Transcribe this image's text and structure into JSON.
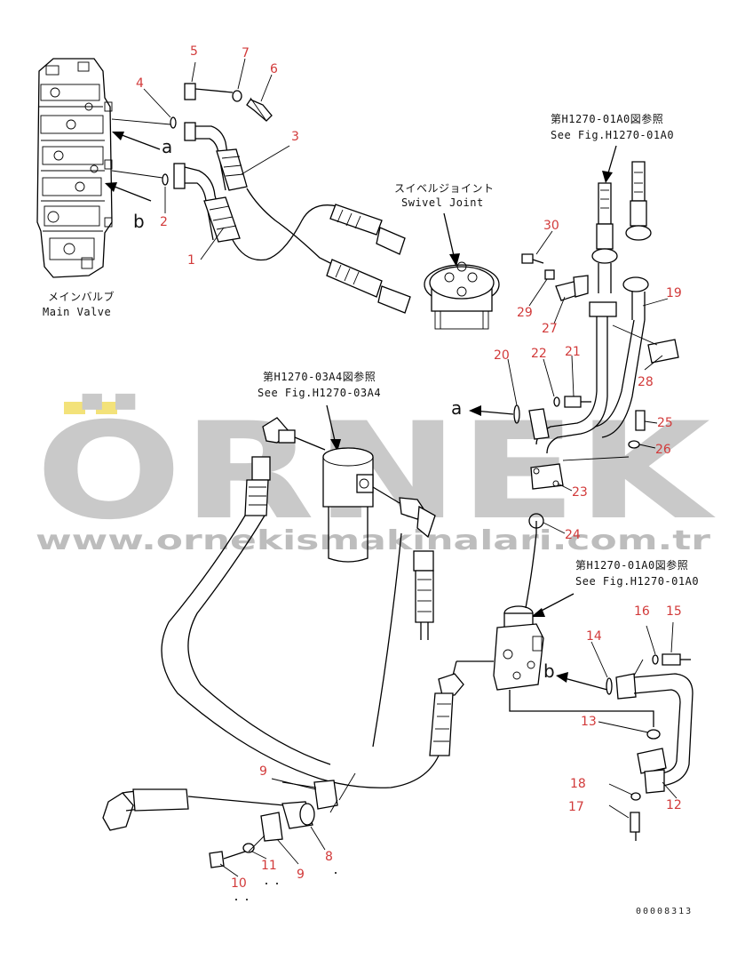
{
  "labels": {
    "main_valve_jp": "メインバルブ",
    "main_valve_en": "Main Valve",
    "swivel_jp": "スイベルジョイント",
    "swivel_en": "Swivel Joint",
    "ref1_jp": "第H1270-01A0図参照",
    "ref1_en": "See Fig.H1270-01A0",
    "ref2_jp": "第H1270-03A4図参照",
    "ref2_en": "See Fig.H1270-03A4",
    "ref3_jp": "第H1270-01A0図参照",
    "ref3_en": "See Fig.H1270-01A0",
    "letter_a1": "a",
    "letter_b1": "b",
    "letter_a2": "a",
    "letter_b2": "b",
    "drawing_code": "00008313"
  },
  "watermark": {
    "brand": "ÖRNEK",
    "url": "www.ornekismakinalari.com.tr",
    "color": "#c9c9c9",
    "accent": "#f3e27a"
  },
  "part_numbers": {
    "p1": "1",
    "p2": "2",
    "p3": "3",
    "p4": "4",
    "p5": "5",
    "p6": "6",
    "p7": "7",
    "p8": "8",
    "p9a": "9",
    "p9b": "9",
    "p10": "10",
    "p11": "11",
    "p12": "12",
    "p13": "13",
    "p14": "14",
    "p15": "15",
    "p16": "16",
    "p17": "17",
    "p18": "18",
    "p19": "19",
    "p20": "20",
    "p21": "21",
    "p22": "22",
    "p23": "23",
    "p24": "24",
    "p25": "25",
    "p26": "26",
    "p27": "27",
    "p28": "28",
    "p29": "29",
    "p30": "30"
  },
  "colors": {
    "part_number": "#d23a3a",
    "line": "#000000"
  }
}
